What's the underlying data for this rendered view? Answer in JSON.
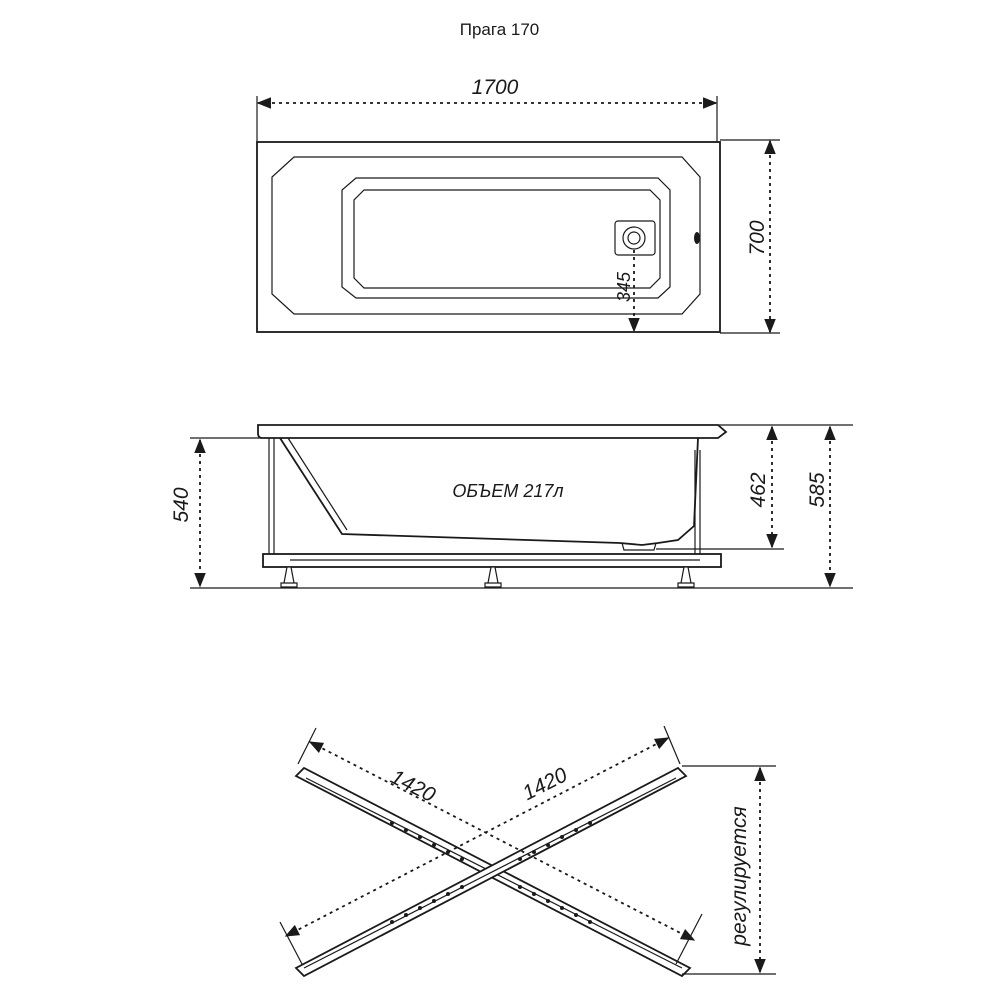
{
  "title": "Прага 170",
  "top_view": {
    "length_label": "1700",
    "width_label": "700",
    "drain_offset_label": "345"
  },
  "side_view": {
    "volume_label": "ОБЪЕМ 217л",
    "total_height_label": "540",
    "depth_label": "462",
    "max_height_label": "585"
  },
  "frame_view": {
    "left_bar_label": "1420",
    "right_bar_label": "1420",
    "adjustable_label": "регулируется"
  }
}
